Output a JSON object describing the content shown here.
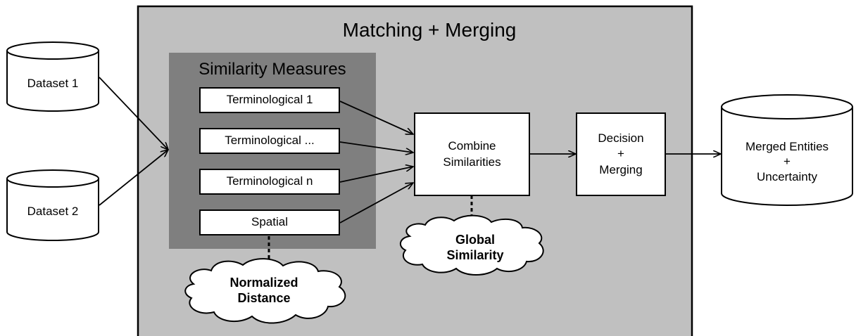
{
  "main_title": "Matching + Merging",
  "similarity_panel_title": "Similarity Measures",
  "datasets": {
    "d1": "Dataset 1",
    "d2": "Dataset 2"
  },
  "measures": [
    "Terminological 1",
    "Terminological ...",
    "Terminological n",
    "Spatial"
  ],
  "combine": "Combine\nSimilarities",
  "decision": "Decision\n+\nMerging",
  "output": "Merged Entities\n+\nUncertainty",
  "clouds": {
    "normalized": "Normalized\nDistance",
    "global": "Global\nSimilarity"
  },
  "colors": {
    "outer_panel": "#c0c0c0",
    "similarity_panel": "#7f7f7f"
  }
}
